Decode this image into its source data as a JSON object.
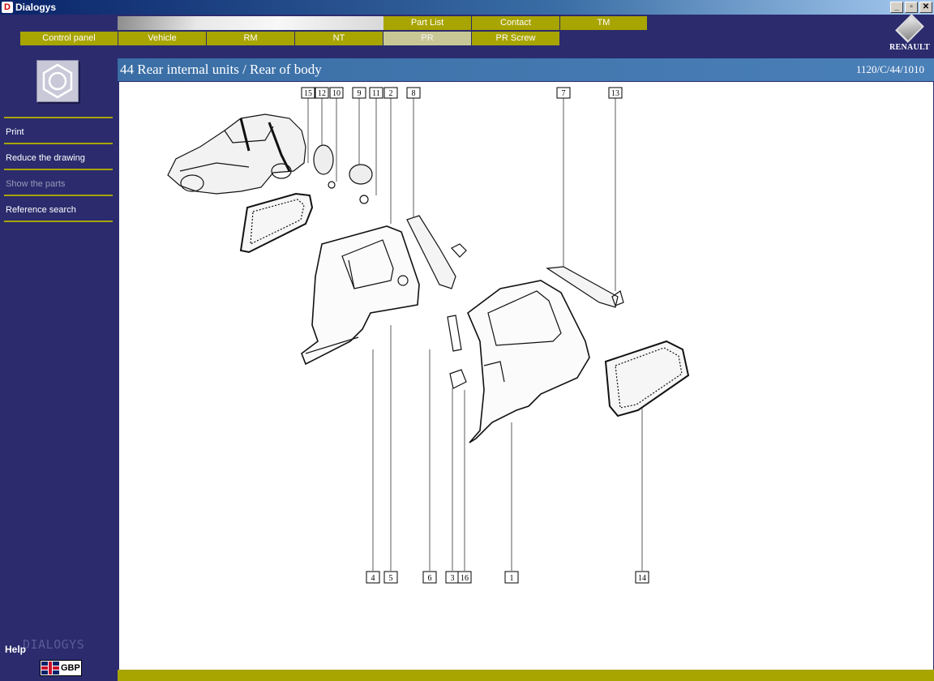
{
  "window": {
    "title": "Dialogys",
    "icon": "dialogys-app-icon",
    "buttons": [
      "_",
      "▫",
      "✕"
    ]
  },
  "top_tabs": [
    "Part List",
    "Contact",
    "TM"
  ],
  "main_tabs": [
    "Control panel",
    "Vehicle",
    "RM",
    "NT",
    "PR",
    "PR Screw"
  ],
  "active_tab": "PR",
  "logo": {
    "text": "RENAULT",
    "icon": "renault-diamond-icon"
  },
  "sidebar": {
    "section_icon": "nut-icon",
    "menu": [
      {
        "label": "Print",
        "enabled": true
      },
      {
        "label": "Reduce the drawing",
        "enabled": true
      },
      {
        "label": "Show the parts",
        "enabled": false
      },
      {
        "label": "Reference search",
        "enabled": true
      }
    ],
    "help_label": "Help",
    "brand": "DIALOGYS",
    "currency": "GBP",
    "currency_flag": "uk-flag-icon"
  },
  "content": {
    "heading": "44 Rear internal units / Rear of body",
    "reference": "1120/C/44/1010"
  },
  "callouts_top": [
    "15",
    "12",
    "10",
    "9",
    "11",
    "2",
    "8",
    "7",
    "13"
  ],
  "callouts_bottom": [
    "4",
    "5",
    "6",
    "3",
    "16",
    "1",
    "14"
  ],
  "colors": {
    "background": "#2b2b6e",
    "accent": "#a8a400",
    "title_bar": "#3a6ea5"
  }
}
